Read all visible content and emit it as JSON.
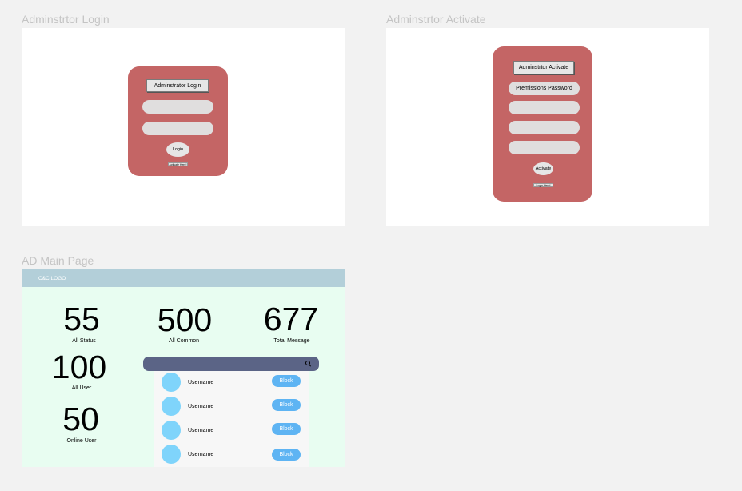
{
  "frames": {
    "login": {
      "label": "Adminstrtor Login",
      "title_button": "Adminstrator Login",
      "login_button": "Login",
      "activate_link": "Activate Here!"
    },
    "activate": {
      "label": "Adminstrtor Activate",
      "title_button": "Adminstrtor Activate",
      "permissions_field": "Premissions Password",
      "activate_button": "Activate",
      "login_link": "Login Here!"
    },
    "main": {
      "label": "AD Main Page",
      "logo": "C&C LOGO",
      "stats": {
        "all_status": {
          "value": "55",
          "label": "All Status"
        },
        "all_common": {
          "value": "500",
          "label": "All Common"
        },
        "total_message": {
          "value": "677",
          "label": "Total Message"
        },
        "all_user": {
          "value": "100",
          "label": "All User"
        },
        "online_user": {
          "value": "50",
          "label": "Online User"
        }
      },
      "users": [
        {
          "name": "Username",
          "action": "Block"
        },
        {
          "name": "Username",
          "action": "Block"
        },
        {
          "name": "Username",
          "action": "Block"
        },
        {
          "name": "Username",
          "action": "Block"
        }
      ]
    }
  },
  "colors": {
    "canvas": "#f2f2f2",
    "card": "#c46565",
    "topbar": "#b3cfd9",
    "main_bg": "#e8fdf1",
    "search_bar": "#5b6486",
    "avatar": "#7fd4fb",
    "block_button": "#5eb4f3"
  }
}
